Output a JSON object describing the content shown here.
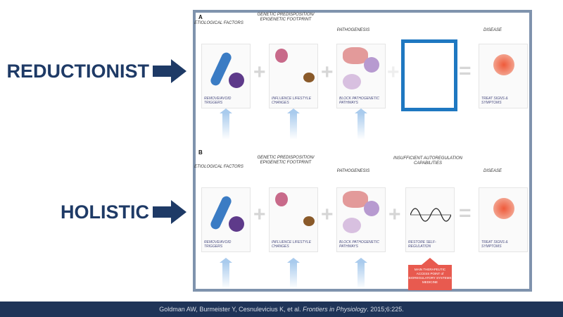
{
  "labels": {
    "reductionist": "REDUCTIONIST",
    "holistic": "HOLISTIC"
  },
  "panel_a": {
    "letter": "A",
    "headers": [
      "ETIOLOGICAL FACTORS",
      "GENETIC PREDISPOSITION/ EPIGENETIC FOOTPRINT",
      "PATHOGENESIS",
      "",
      "DISEASE"
    ],
    "captions": [
      "REMOVE/AVOID TRIGGERS",
      "INFLUENCE LIFESTYLE CHANGES",
      "BLOCK PATHOGENETIC PATHWAYS",
      "",
      "TREAT SIGNS & SYMPTOMS"
    ]
  },
  "panel_b": {
    "letter": "B",
    "headers": [
      "ETIOLOGICAL FACTORS",
      "GENETIC PREDISPOSITION/ EPIGENETIC FOOTPRINT",
      "PATHOGENESIS",
      "INSUFFICIENT AUTOREGULATION CAPABILITIES",
      "DISEASE"
    ],
    "captions": [
      "REMOVE/AVOID TRIGGERS",
      "INFLUENCE LIFESTYLE CHANGES",
      "BLOCK PATHOGENETIC PATHWAYS",
      "RESTORE SELF-REGULATION",
      "TREAT SIGNS & SYMPTOMS"
    ],
    "callout": "MAIN THERAPEUTIC ACCESS POINT of BIOREGULATORY SYSTEMS MEDICINE"
  },
  "citation": {
    "authors": "Goldman AW, Burmeister Y, Cesnulevicius K, et al. ",
    "journal": "Frontiers in Physiology",
    "ref": ". 2015;6:225."
  },
  "colors": {
    "navy": "#1e3a66",
    "footer": "#1f3458",
    "blue": "#1f78c1",
    "red": "#e85a4f"
  }
}
